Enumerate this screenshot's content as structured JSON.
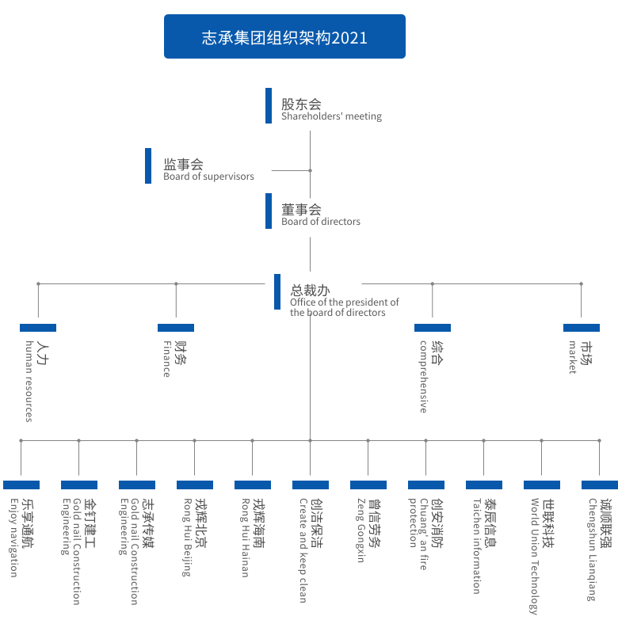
{
  "colors": {
    "accent_blue": "#0859ac",
    "connector_gray": "#848484",
    "zh_text": "#4d4d4d",
    "en_text": "#5a5a5a",
    "banner_text": "#ffffff"
  },
  "banner": {
    "title": "志承集团组织架构2021"
  },
  "hierarchy": [
    {
      "zh": "股东会",
      "en": "Shareholders' meeting"
    },
    {
      "zh": "监事会",
      "en": "Board of supervisors"
    },
    {
      "zh": "董事会",
      "en": "Board of directors"
    },
    {
      "zh": "总裁办",
      "en": "Office of the president of\nthe board of directors"
    }
  ],
  "departments": [
    {
      "zh": "人力",
      "en": "human resources"
    },
    {
      "zh": "财务",
      "en": "Finance"
    },
    {
      "zh": "综合",
      "en": "comprehensive"
    },
    {
      "zh": "市场",
      "en": "market"
    }
  ],
  "subsidiaries": [
    {
      "zh": "乐享通航",
      "en": "Enjoy navigation"
    },
    {
      "zh": "金钉建工",
      "en": "Gold nail Construction\nEngineering"
    },
    {
      "zh": "志承传媒",
      "en": "Gold nail Construction\nEngineering"
    },
    {
      "zh": "戎辉北京",
      "en": "Rong Hui Beijing"
    },
    {
      "zh": "戎辉海南",
      "en": "Rong Hui Hainan"
    },
    {
      "zh": "创洁保洁",
      "en": "Create and keep clean"
    },
    {
      "zh": "曾信劳务",
      "en": "Zeng Gongxin"
    },
    {
      "zh": "创安消防",
      "en": "Chuang' an fire\nprotection"
    },
    {
      "zh": "泰辰信息",
      "en": "Taichen information"
    },
    {
      "zh": "世联科技",
      "en": "World Union Technology"
    },
    {
      "zh": "诚顺联强",
      "en": "Chengshun Lianqiang"
    }
  ]
}
